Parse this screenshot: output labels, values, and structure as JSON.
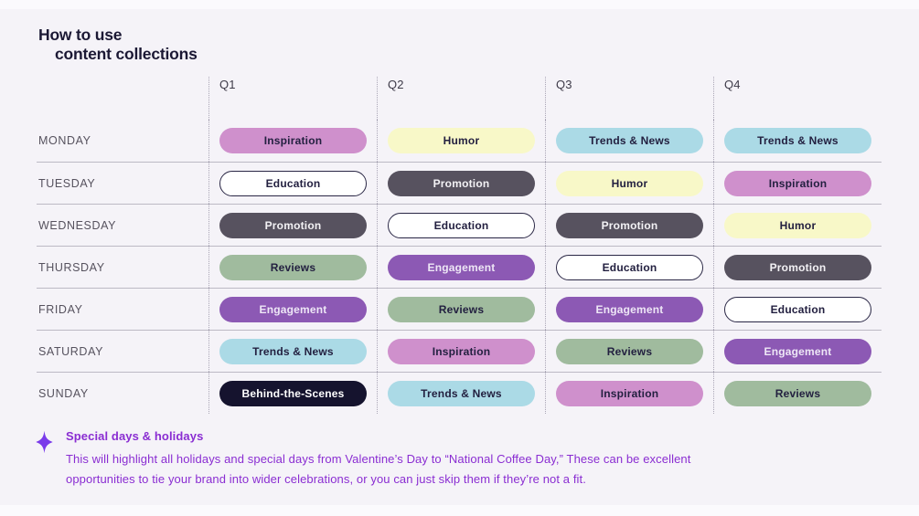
{
  "slide": {
    "title_line1": "How to use",
    "title_line2": "content collections"
  },
  "calendar": {
    "quarter_headers": [
      "Q1",
      "Q2",
      "Q3",
      "Q4"
    ],
    "rows": [
      {
        "day": "MONDAY",
        "cells": [
          {
            "label": "Inspiration",
            "style": "inspiration"
          },
          {
            "label": "Humor",
            "style": "humor"
          },
          {
            "label": "Trends & News",
            "style": "trends"
          },
          {
            "label": "Trends & News",
            "style": "trends"
          }
        ]
      },
      {
        "day": "TUESDAY",
        "cells": [
          {
            "label": "Education",
            "style": "education"
          },
          {
            "label": "Promotion",
            "style": "promotion"
          },
          {
            "label": "Humor",
            "style": "humor"
          },
          {
            "label": "Inspiration",
            "style": "inspiration"
          }
        ]
      },
      {
        "day": "WEDNESDAY",
        "cells": [
          {
            "label": "Promotion",
            "style": "promotion"
          },
          {
            "label": "Education",
            "style": "education"
          },
          {
            "label": "Promotion",
            "style": "promotion"
          },
          {
            "label": "Humor",
            "style": "humor"
          }
        ]
      },
      {
        "day": "THURSDAY",
        "cells": [
          {
            "label": "Reviews",
            "style": "reviews"
          },
          {
            "label": "Engagement",
            "style": "engagement"
          },
          {
            "label": "Education",
            "style": "education"
          },
          {
            "label": "Promotion",
            "style": "promotion"
          }
        ]
      },
      {
        "day": "FRIDAY",
        "cells": [
          {
            "label": "Engagement",
            "style": "engagement"
          },
          {
            "label": "Reviews",
            "style": "reviews"
          },
          {
            "label": "Engagement",
            "style": "engagement"
          },
          {
            "label": "Education",
            "style": "education"
          }
        ]
      },
      {
        "day": "SATURDAY",
        "cells": [
          {
            "label": "Trends & News",
            "style": "trends"
          },
          {
            "label": "Inspiration",
            "style": "inspiration"
          },
          {
            "label": "Reviews",
            "style": "reviews"
          },
          {
            "label": "Engagement",
            "style": "engagement"
          }
        ]
      },
      {
        "day": "SUNDAY",
        "cells": [
          {
            "label": "Behind-the-Scenes",
            "style": "behind_the_scenes"
          },
          {
            "label": "Trends & News",
            "style": "trends"
          },
          {
            "label": "Inspiration",
            "style": "inspiration"
          },
          {
            "label": "Reviews",
            "style": "reviews"
          }
        ]
      }
    ],
    "pill_colors": {
      "inspiration": {
        "bg": "#cf90cc",
        "text": "#232040"
      },
      "humor": {
        "bg": "#f8f8c8",
        "text": "#232040"
      },
      "trends": {
        "bg": "#abdae6",
        "text": "#232040"
      },
      "education": {
        "bg": "#ffffff",
        "text": "#232040",
        "border": "#2a2745"
      },
      "promotion": {
        "bg": "#57525f",
        "text": "#f3f2f5"
      },
      "reviews": {
        "bg": "#a0bb9e",
        "text": "#232040"
      },
      "engagement": {
        "bg": "#8c59b4",
        "text": "#eee7f6"
      },
      "behind_the_scenes": {
        "bg": "#15132e",
        "text": "#ffffff"
      }
    }
  },
  "footnote": {
    "icon": "sparkle-diamond-icon",
    "icon_color": "#7a3bea",
    "text_color": "#8a2dd2",
    "heading": "Special days & holidays",
    "body_line1": "This will highlight all holidays and special days from Valentine’s Day to “National Coffee Day,” These can be excellent",
    "body_line2": "opportunities to tie your brand into wider celebrations, or you can just skip them if they’re not a fit."
  }
}
